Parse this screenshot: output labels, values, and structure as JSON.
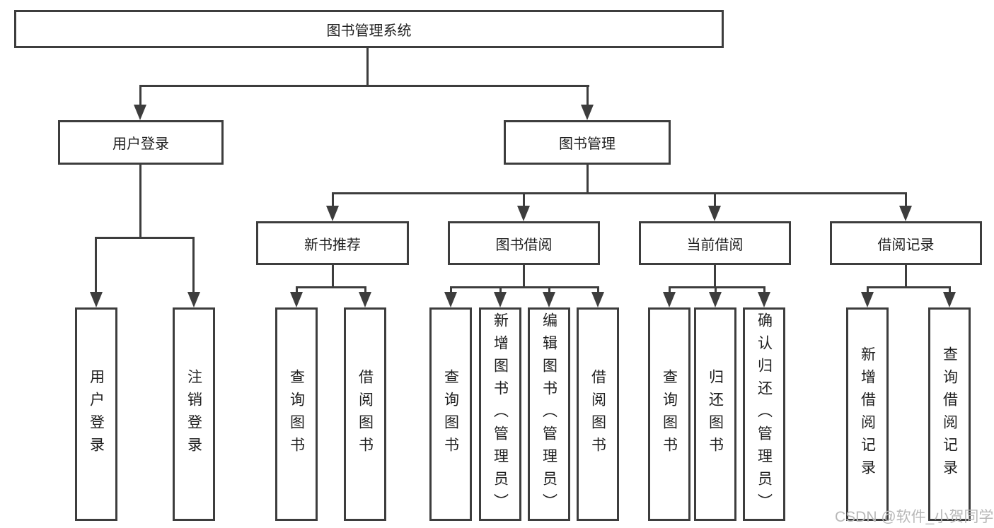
{
  "diagram": {
    "root": {
      "label": "图书管理系统",
      "children": [
        {
          "label": "用户登录",
          "children": [
            {
              "label": "用户登录"
            },
            {
              "label": "注销登录"
            }
          ]
        },
        {
          "label": "图书管理",
          "children": [
            {
              "label": "新书推荐",
              "children": [
                {
                  "label": "查询图书"
                },
                {
                  "label": "借阅图书"
                }
              ]
            },
            {
              "label": "图书借阅",
              "children": [
                {
                  "label": "查询图书"
                },
                {
                  "label": "新增图书（管理员）"
                },
                {
                  "label": "编辑图书（管理员）"
                },
                {
                  "label": "借阅图书"
                }
              ]
            },
            {
              "label": "当前借阅",
              "children": [
                {
                  "label": "查询图书"
                },
                {
                  "label": "归还图书"
                },
                {
                  "label": "确认归还（管理员）"
                }
              ]
            },
            {
              "label": "借阅记录",
              "children": [
                {
                  "label": "新增借阅记录"
                },
                {
                  "label": "查询借阅记录"
                }
              ]
            }
          ]
        }
      ]
    }
  },
  "watermark": {
    "text": "CSDN @软件_小贺同学"
  },
  "colors": {
    "line": "#3d3d3d",
    "text": "#1f1f1f",
    "background": "#ffffff",
    "watermark": "#b8b8b8"
  }
}
